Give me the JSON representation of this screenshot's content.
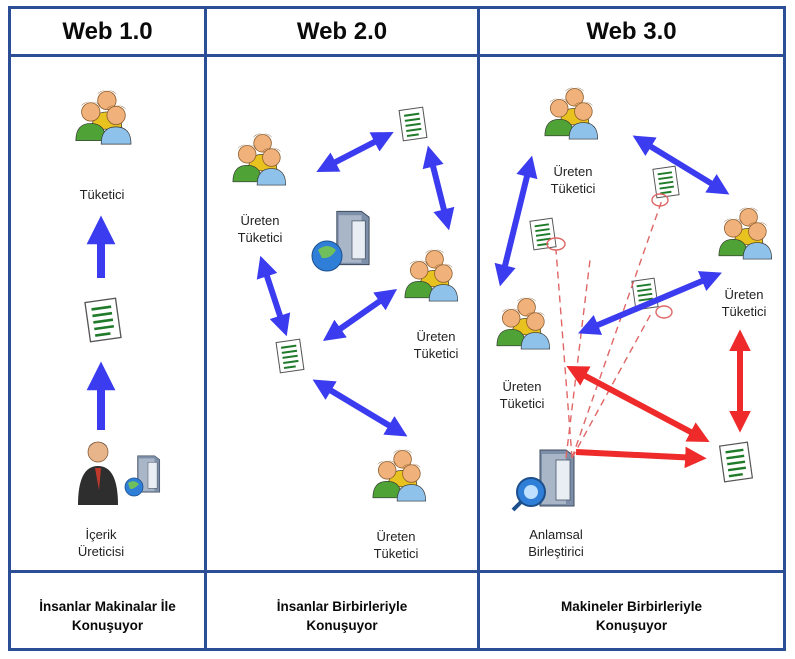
{
  "columns": [
    {
      "header": "Web 1.0",
      "footer_line1": "İnsanlar Makinalar İle",
      "footer_line2": "Konuşuyor"
    },
    {
      "header": "Web 2.0",
      "footer_line1": "İnsanlar Birbirleriyle",
      "footer_line2": "Konuşuyor"
    },
    {
      "header": "Web 3.0",
      "footer_line1": "Makineler Birbirleriyle",
      "footer_line2": "Konuşuyor"
    }
  ],
  "labels": {
    "tuketici": "Tüketici",
    "icerik_line1": "İçerik",
    "icerik_line2": "Üreticisi",
    "ureten": "Üreten",
    "tuketici2": "Tüketici",
    "anlamsal_line1": "Anlamsal",
    "anlamsal_line2": "Birleştirici"
  },
  "colors": {
    "border": "#2c4e97",
    "blue_arrow": "#3b3bf0",
    "red_arrow": "#ee2a2a",
    "dashed_link": "#e06666"
  },
  "icons": [
    "users-group-icon",
    "document-icon",
    "server-globe-icon",
    "server-search-icon",
    "businessman-icon"
  ]
}
